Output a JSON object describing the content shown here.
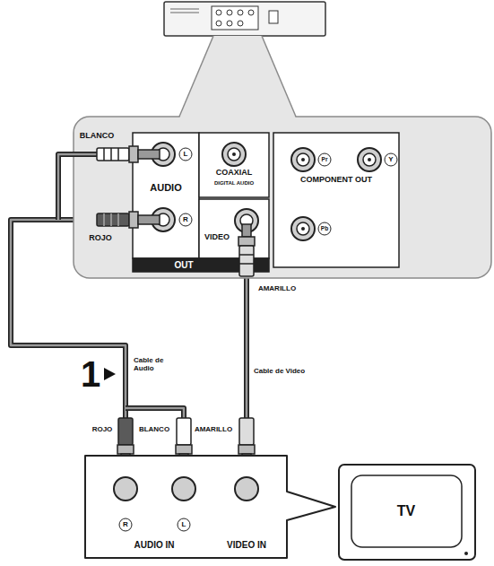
{
  "diagram": {
    "nodes": [
      {
        "text": [
          "AUDIO"
        ]
      },
      {
        "text": [
          "COAXIAL",
          "DIGITAL AUDIO"
        ]
      },
      {
        "text": [
          "VIDEO"
        ]
      },
      {
        "text": [
          "COMPONENT OUT"
        ]
      },
      {
        "text": [
          "AUDIO IN",
          "VIDEO IN"
        ]
      },
      {
        "text": [
          "TV"
        ]
      }
    ],
    "edges": [
      {
        "from": 0,
        "to": 4,
        "arrow": "none",
        "label": "Cable de Audio"
      },
      {
        "from": 2,
        "to": 4,
        "arrow": "none",
        "label": "Cable de Video"
      }
    ],
    "labels": [
      "BLANCO",
      "ROJO",
      "AMARILLO",
      "L",
      "R",
      "OUT",
      "Pr",
      "Y",
      "Pb",
      "1",
      "ROJO",
      "BLANCO",
      "AMARILLO",
      "R",
      "L"
    ]
  }
}
